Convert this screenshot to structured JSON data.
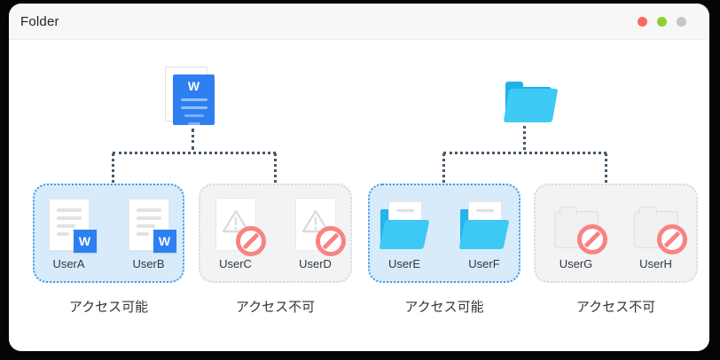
{
  "window": {
    "title": "Folder",
    "controls": {
      "red": "#f9685c",
      "green": "#8ad030",
      "gray": "#c6c6c6"
    }
  },
  "icons": {
    "word_letter": "W",
    "word_blue": "#2e80f1",
    "folder_front_cyan": "#3ec8f5",
    "folder_back_cyan": "#25b4ea",
    "ban_red": "#f98383",
    "connector_dot_color": "#45586b",
    "allowed_box_bg": "#d8ebfb",
    "allowed_box_border": "#3f9ce9",
    "denied_box_bg": "#f2f3f4",
    "denied_box_border": "#d7d9db"
  },
  "diagram": {
    "sources": [
      {
        "id": "word-document",
        "type": "document"
      },
      {
        "id": "shared-folder",
        "type": "folder"
      }
    ],
    "groups": [
      {
        "access": "allowed",
        "caption": "アクセス可能",
        "users": [
          {
            "name": "UserA",
            "icon": "word-document-badge"
          },
          {
            "name": "UserB",
            "icon": "word-document-badge"
          }
        ]
      },
      {
        "access": "denied",
        "caption": "アクセス不可",
        "users": [
          {
            "name": "UserC",
            "icon": "document-warning-blocked"
          },
          {
            "name": "UserD",
            "icon": "document-warning-blocked"
          }
        ]
      },
      {
        "access": "allowed",
        "caption": "アクセス可能",
        "users": [
          {
            "name": "UserE",
            "icon": "folder-open"
          },
          {
            "name": "UserF",
            "icon": "folder-open"
          }
        ]
      },
      {
        "access": "denied",
        "caption": "アクセス不可",
        "users": [
          {
            "name": "UserG",
            "icon": "folder-blocked"
          },
          {
            "name": "UserH",
            "icon": "folder-blocked"
          }
        ]
      }
    ]
  }
}
